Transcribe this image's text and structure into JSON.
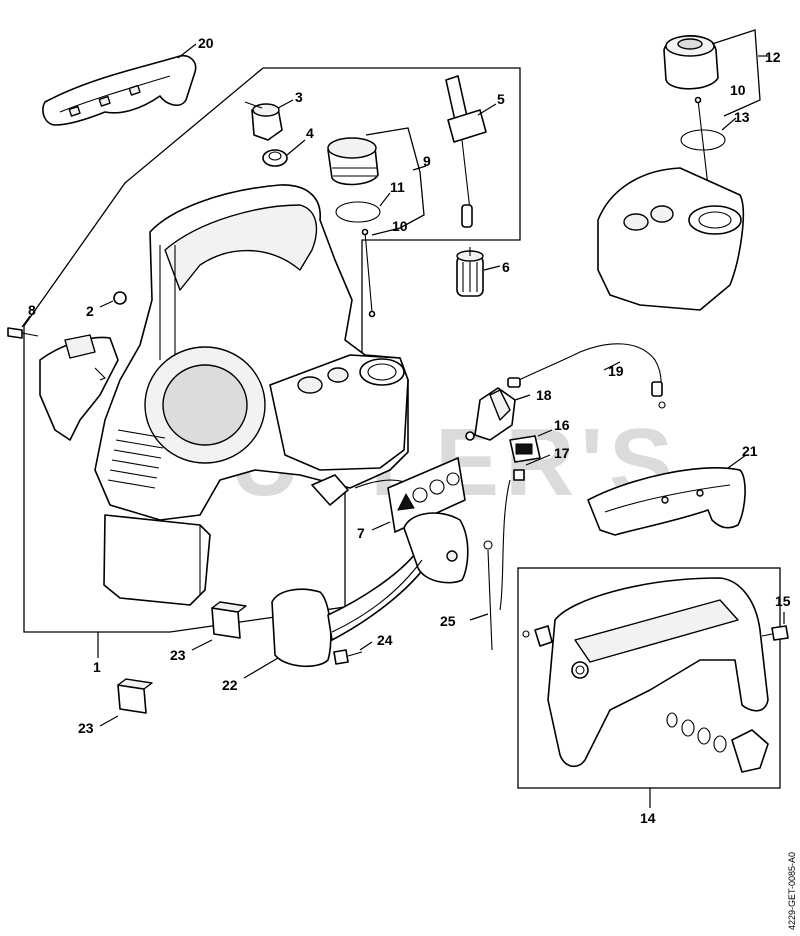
{
  "watermark": "CUTLER'S",
  "doc_reference": "4229-GET-0085-A0",
  "callouts": {
    "c1": "1",
    "c2": "2",
    "c3": "3",
    "c4": "4",
    "c5": "5",
    "c6": "6",
    "c7": "7",
    "c8": "8",
    "c9": "9",
    "c10a": "10",
    "c10b": "10",
    "c11": "11",
    "c12": "12",
    "c13": "13",
    "c14": "14",
    "c15": "15",
    "c16": "16",
    "c17": "17",
    "c18": "18",
    "c19": "19",
    "c20": "20",
    "c21": "21",
    "c22": "22",
    "c23a": "23",
    "c23b": "23",
    "c24": "24",
    "c25": "25"
  }
}
